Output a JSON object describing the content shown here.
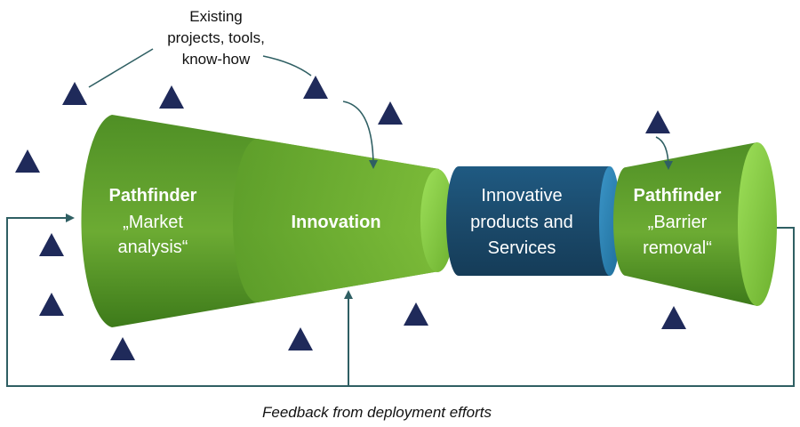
{
  "annotation": {
    "lines": [
      "Existing",
      "projects, tools,",
      "know-how"
    ]
  },
  "stages": {
    "pathfinder_market": {
      "title": "Pathfinder",
      "lines": [
        "„Market",
        "analysis“"
      ]
    },
    "innovation": {
      "title": "Innovation"
    },
    "products": {
      "lines": [
        "Innovative",
        "products and",
        "Services"
      ]
    },
    "pathfinder_barrier": {
      "title": "Pathfinder",
      "lines": [
        "„Barrier",
        "removal“"
      ]
    }
  },
  "feedback": {
    "caption": "Feedback from deployment efforts"
  },
  "colors": {
    "green_dark": "#3f7f1c",
    "green_light": "#8fd14a",
    "blue_dark": "#1b4a6b",
    "blue_light": "#2d7fae",
    "triangle": "#1f2a5a",
    "arrow": "#2f5f63"
  },
  "icons": {
    "marker": "triangle-icon"
  }
}
